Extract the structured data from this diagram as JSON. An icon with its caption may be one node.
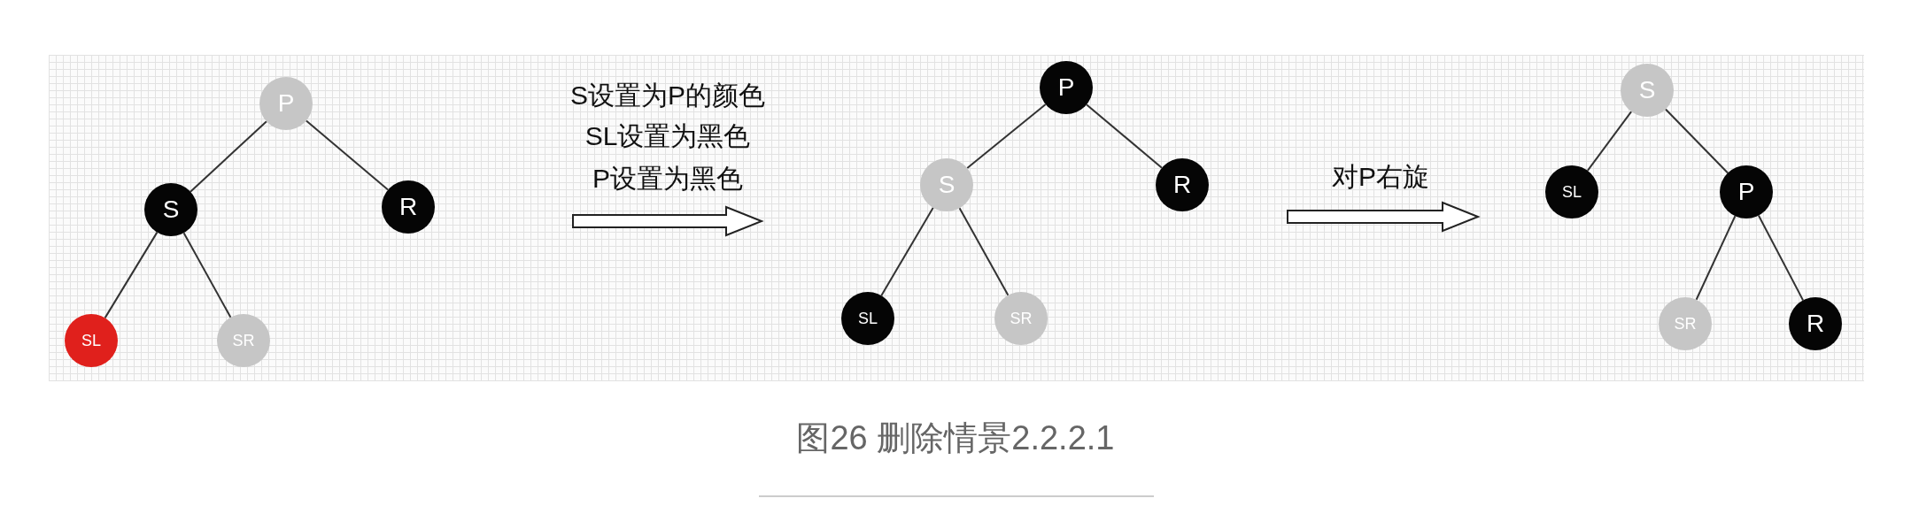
{
  "diagram": {
    "caption": "图26 删除情景2.2.2.1",
    "nodes": [
      {
        "text": [
          "P"
        ]
      },
      {
        "text": [
          "S"
        ]
      },
      {
        "text": [
          "R"
        ]
      },
      {
        "text": [
          "SL"
        ]
      },
      {
        "text": [
          "SR"
        ]
      },
      {
        "text": [
          "P"
        ]
      },
      {
        "text": [
          "S"
        ]
      },
      {
        "text": [
          "R"
        ]
      },
      {
        "text": [
          "SL"
        ]
      },
      {
        "text": [
          "SR"
        ]
      },
      {
        "text": [
          "S"
        ]
      },
      {
        "text": [
          "SL"
        ]
      },
      {
        "text": [
          "P"
        ]
      },
      {
        "text": [
          "SR"
        ]
      },
      {
        "text": [
          "R"
        ]
      }
    ],
    "edges": [
      {
        "from": 0,
        "to": 1,
        "arrow": "none"
      },
      {
        "from": 0,
        "to": 2,
        "arrow": "none"
      },
      {
        "from": 1,
        "to": 3,
        "arrow": "none"
      },
      {
        "from": 1,
        "to": 4,
        "arrow": "none"
      },
      {
        "from": 5,
        "to": 6,
        "arrow": "none"
      },
      {
        "from": 5,
        "to": 7,
        "arrow": "none"
      },
      {
        "from": 6,
        "to": 8,
        "arrow": "none"
      },
      {
        "from": 6,
        "to": 9,
        "arrow": "none"
      },
      {
        "from": 10,
        "to": 11,
        "arrow": "none"
      },
      {
        "from": 10,
        "to": 12,
        "arrow": "none"
      },
      {
        "from": 12,
        "to": 13,
        "arrow": "none"
      },
      {
        "from": 12,
        "to": 14,
        "arrow": "none"
      }
    ],
    "labels": [
      "S设置为P的颜色",
      "SL设置为黑色",
      "P设置为黑色",
      "对P右旋"
    ]
  }
}
